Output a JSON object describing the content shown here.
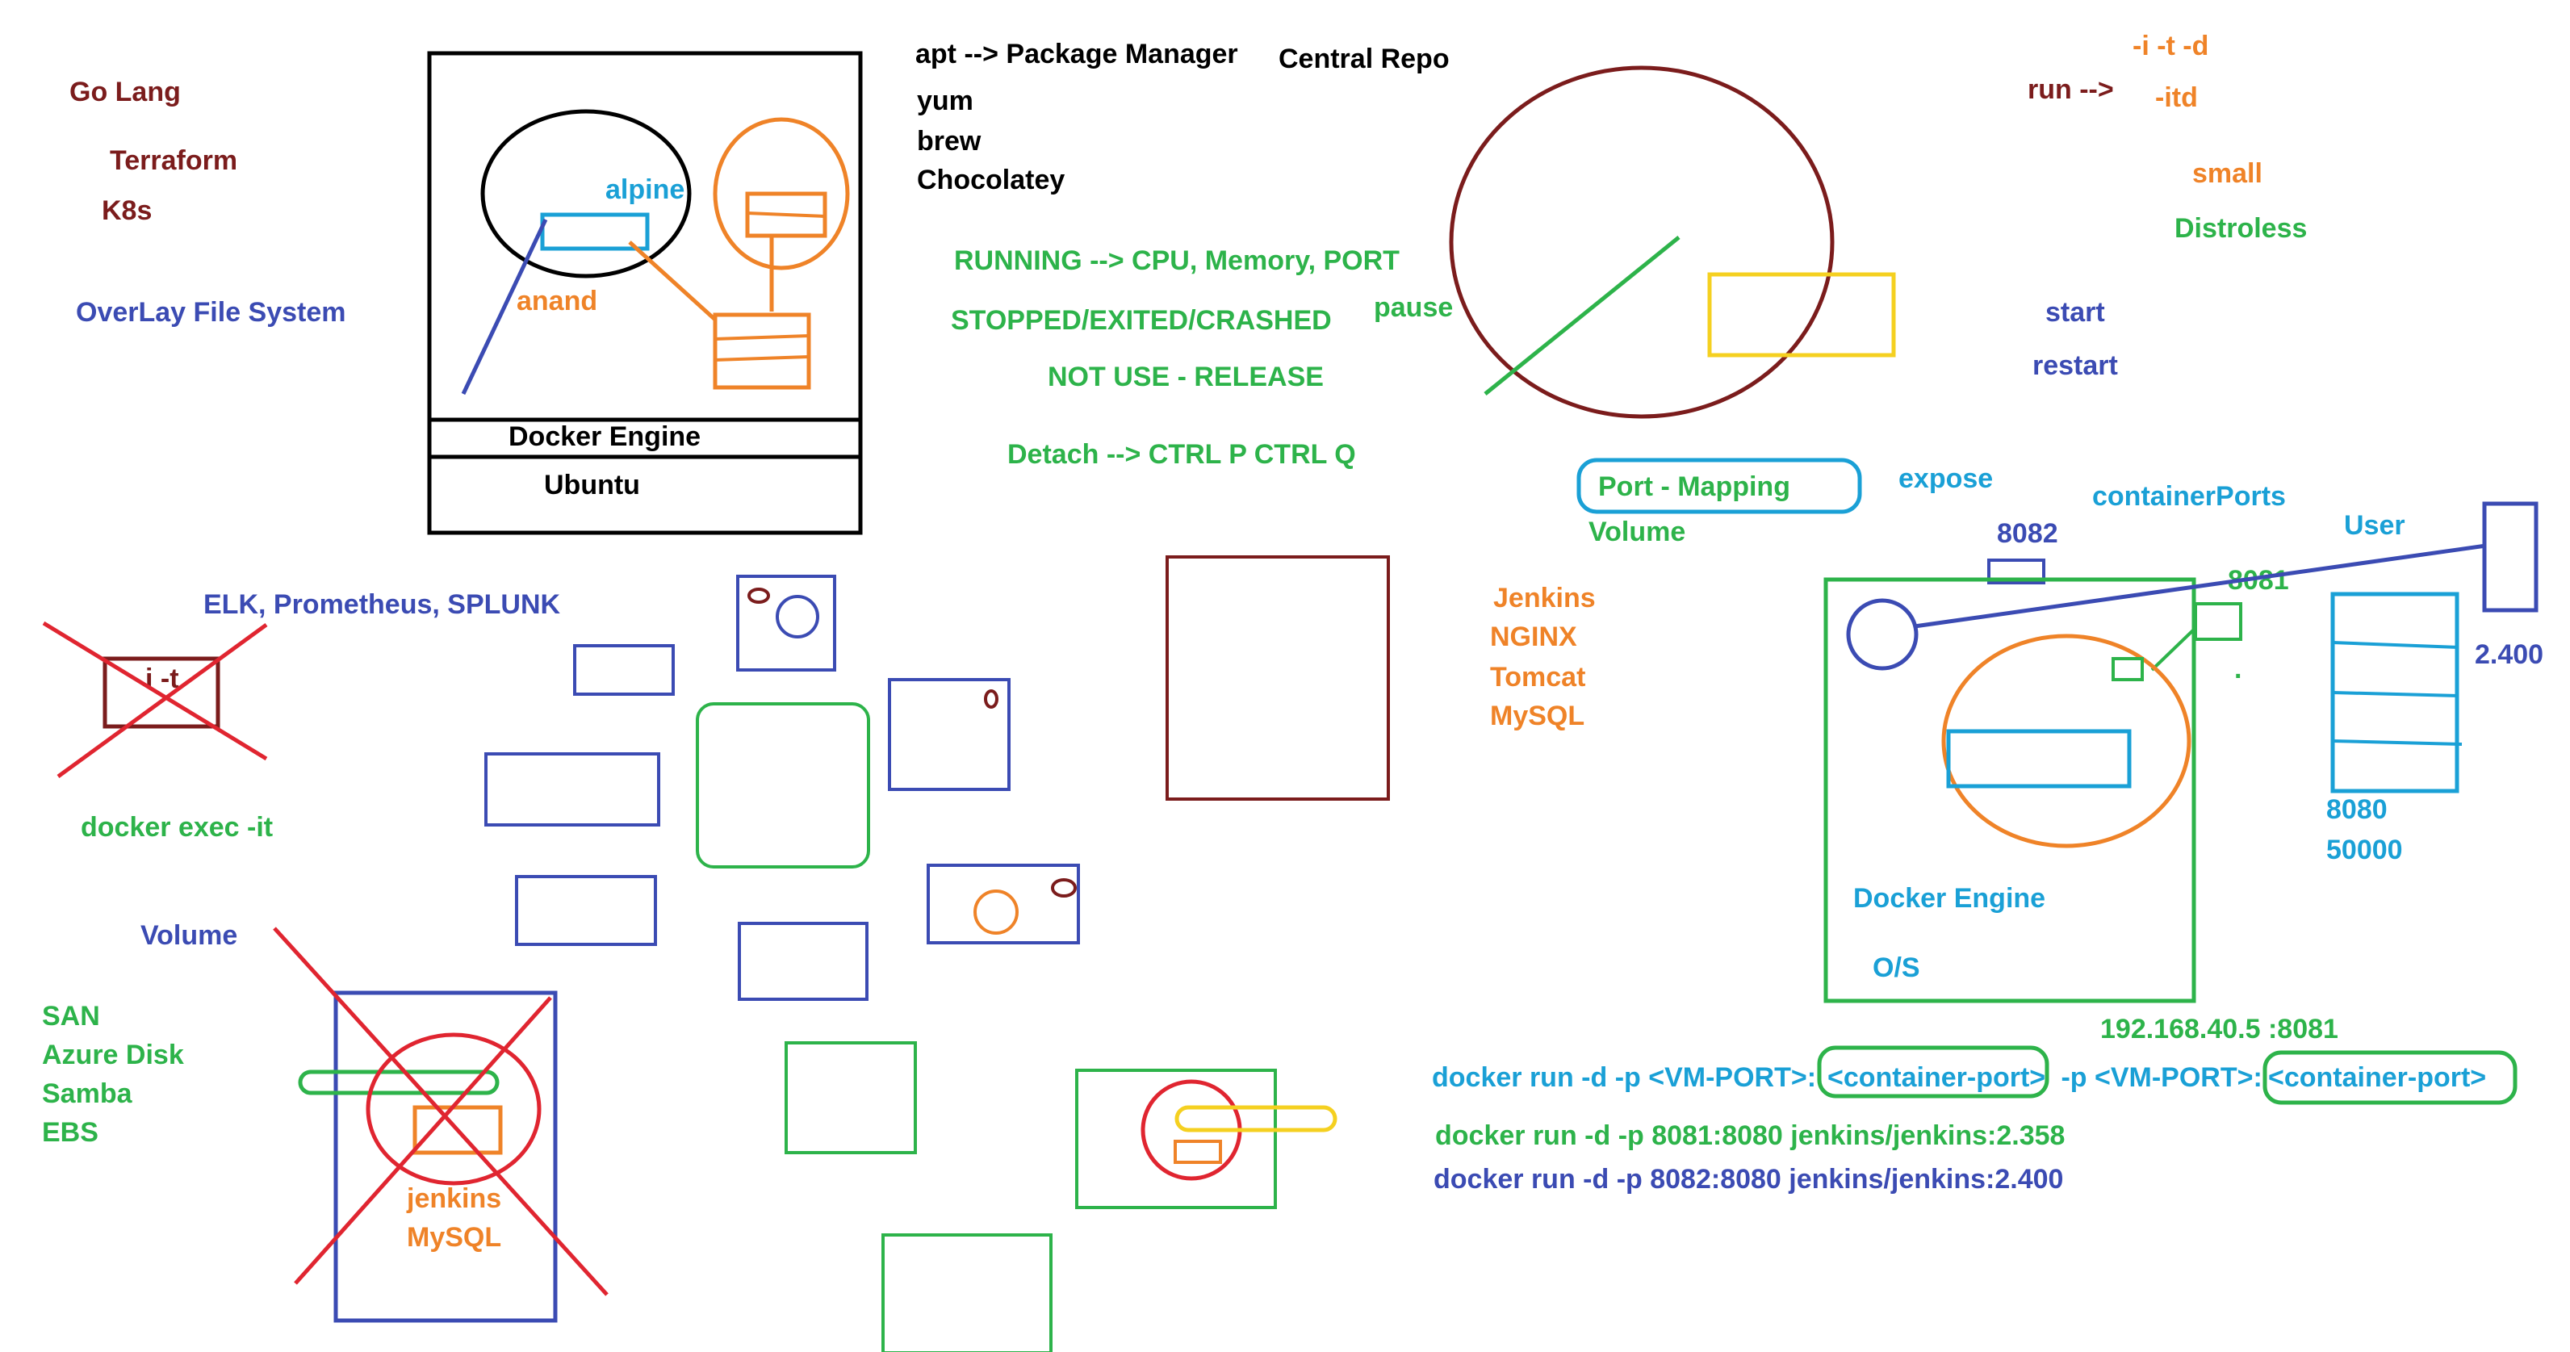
{
  "colors": {
    "maroon": "#7b1c1c",
    "blue": "#3b4bb3",
    "lightblue": "#1aa0d6",
    "orange": "#ef8328",
    "green": "#2db34a",
    "red": "#e02530",
    "black": "#000000",
    "yellow": "#f5d020"
  },
  "left_notes": {
    "golang": "Go Lang",
    "terraform": "Terraform",
    "k8s": "K8s",
    "overlay": "OverLay File System",
    "elk": "ELK, Prometheus, SPLUNK",
    "it_box": "i -t",
    "docker_exec": "docker exec -it",
    "volume": "Volume",
    "storage": [
      "SAN",
      "Azure Disk",
      "Samba",
      "EBS"
    ]
  },
  "engine_box": {
    "alpine": "alpine",
    "anand": "anand",
    "engine": "Docker Engine",
    "os": "Ubuntu"
  },
  "pkg_notes": {
    "apt": "apt --> Package Manager",
    "central": "Central Repo",
    "list": [
      "yum",
      "brew",
      "Chocolatey"
    ]
  },
  "states": {
    "running": "RUNNING --> CPU, Memory, PORT",
    "stopped": "STOPPED/EXITED/CRASHED",
    "pause": "pause",
    "notuse": "NOT USE - RELEASE",
    "detach": "Detach --> CTRL P CTRL Q"
  },
  "vol_container": {
    "apps": [
      "jenkins",
      "MySQL"
    ]
  },
  "right_top": {
    "itd1": "-i -t -d",
    "run": "run -->",
    "itd2": "-itd",
    "small": "small",
    "distroless": "Distroless",
    "start": "start",
    "restart": "restart"
  },
  "ports": {
    "port_mapping": "Port - Mapping",
    "volume": "Volume",
    "expose": "expose",
    "container_ports": "containerPorts",
    "user": "User",
    "p8082": "8082",
    "p8081": "8081",
    "version": "2.400",
    "dot": ".",
    "images": [
      "Jenkins",
      "NGINX",
      "Tomcat",
      "MySQL"
    ],
    "p8080": "8080",
    "p50000": "50000",
    "engine": "Docker Engine",
    "os": "O/S",
    "ip": "192.168.40.5 :8081"
  },
  "commands": {
    "c1_a": "docker run -d -p <VM-PORT>:",
    "c1_b": "<container-port>",
    "c1_c": " -p <VM-PORT>:",
    "c1_d": "<container-port>",
    "c2": "docker run -d -p 8081:8080 jenkins/jenkins:2.358",
    "c3": "docker run -d -p 8082:8080 jenkins/jenkins:2.400"
  }
}
